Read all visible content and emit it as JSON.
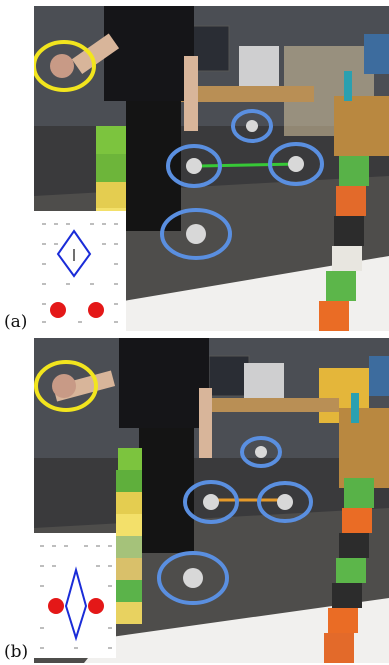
{
  "figure": {
    "panels": [
      {
        "id": "a",
        "label": "(a)",
        "link_color": "#37c837"
      },
      {
        "id": "b",
        "label": "(b)",
        "link_color": "#e59a2a"
      }
    ],
    "colors": {
      "human_circle": "#f2e51e",
      "robot_circle": "#5a8fe0",
      "obstacle": "#e41818",
      "formation": "#1a2cd8"
    }
  }
}
